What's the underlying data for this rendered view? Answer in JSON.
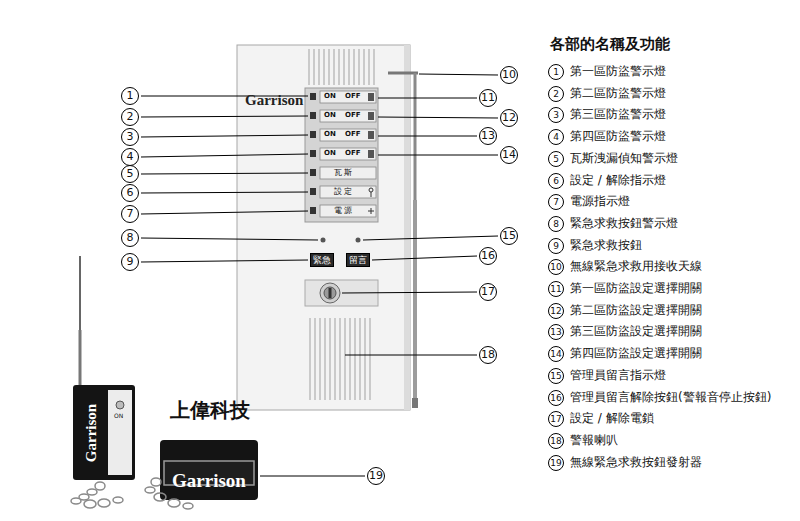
{
  "diagram": {
    "title": "各部的名稱及功能",
    "nodes": [
      {
        "text": [
          "Garrison"
        ]
      },
      {
        "text": [
          "緊急"
        ],
        "in": 0
      },
      {
        "text": [
          "留言"
        ],
        "in": 0
      },
      {
        "text": [
          "Garrison"
        ]
      },
      {
        "text": [
          "Garrison"
        ]
      }
    ],
    "labels": [
      "1",
      "2",
      "3",
      "4",
      "5",
      "6",
      "7",
      "8",
      "9",
      "10",
      "11",
      "12",
      "13",
      "14",
      "15",
      "16",
      "17",
      "18",
      "19",
      "1",
      "2",
      "3",
      "4",
      "5",
      "6",
      "7",
      "8",
      "9",
      "10",
      "11",
      "12",
      "13",
      "14",
      "15",
      "16",
      "17",
      "18",
      "19",
      "第一區防盜警示燈",
      "第二區防盜警示燈",
      "第三區防盜警示燈",
      "第四區防盜警示燈",
      "瓦斯洩漏偵知警示燈",
      "設定 / 解除指示燈",
      "電源指示燈",
      "緊急求救按鈕警示燈",
      "緊急求救按鈕",
      "無線緊急求救用接收天線",
      "第一區防盜設定選擇開關",
      "第二區防盜設定選擇開關",
      "第三區防盜設定選擇開關",
      "第四區防盜設定選擇開關",
      "管理員留言指示燈",
      "管理員留言解除按鈕(警報音停止按鈕)",
      "設定 / 解除電鎖",
      "警報喇叭",
      "無線緊急求救按鈕發射器",
      "ON",
      "OFF",
      "ON",
      "OFF",
      "ON",
      "OFF",
      "ON",
      "OFF",
      "瓦 斯",
      "設 定",
      "電 源",
      "上偉科技",
      "ON"
    ]
  }
}
